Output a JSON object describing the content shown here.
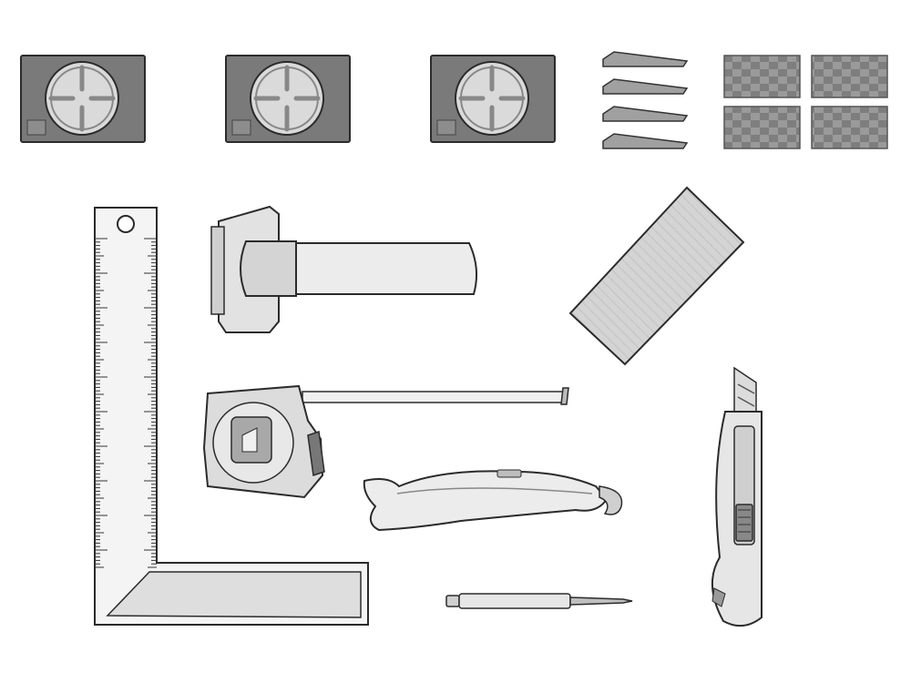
{
  "scene": {
    "description_items": [
      {
        "id": "suction-cup-1",
        "icon": "suction-cup-icon"
      },
      {
        "id": "suction-cup-2",
        "icon": "suction-cup-icon"
      },
      {
        "id": "suction-cup-3",
        "icon": "suction-cup-icon"
      },
      {
        "id": "shims",
        "icon": "wedge-shims-icon",
        "count": 4
      },
      {
        "id": "spacer-tiles",
        "icon": "spacer-tiles-icon",
        "count": 4
      },
      {
        "id": "square",
        "icon": "carpenter-square-icon"
      },
      {
        "id": "tapping-block",
        "icon": "tapping-block-icon"
      },
      {
        "id": "wood-block",
        "icon": "wood-block-icon"
      },
      {
        "id": "tape-measure",
        "icon": "tape-measure-icon"
      },
      {
        "id": "hook-knife",
        "icon": "hook-knife-icon"
      },
      {
        "id": "pencil",
        "icon": "pencil-icon"
      },
      {
        "id": "utility-knife",
        "icon": "utility-knife-icon"
      }
    ],
    "colors": {
      "cup_body": "#7a7a7a",
      "cup_face": "#d9d9d9",
      "tool_light": "#e8e8e8",
      "tool_mid": "#cfcfcf",
      "outline": "#2b2b2b",
      "wood": "#d2d2d2"
    }
  }
}
